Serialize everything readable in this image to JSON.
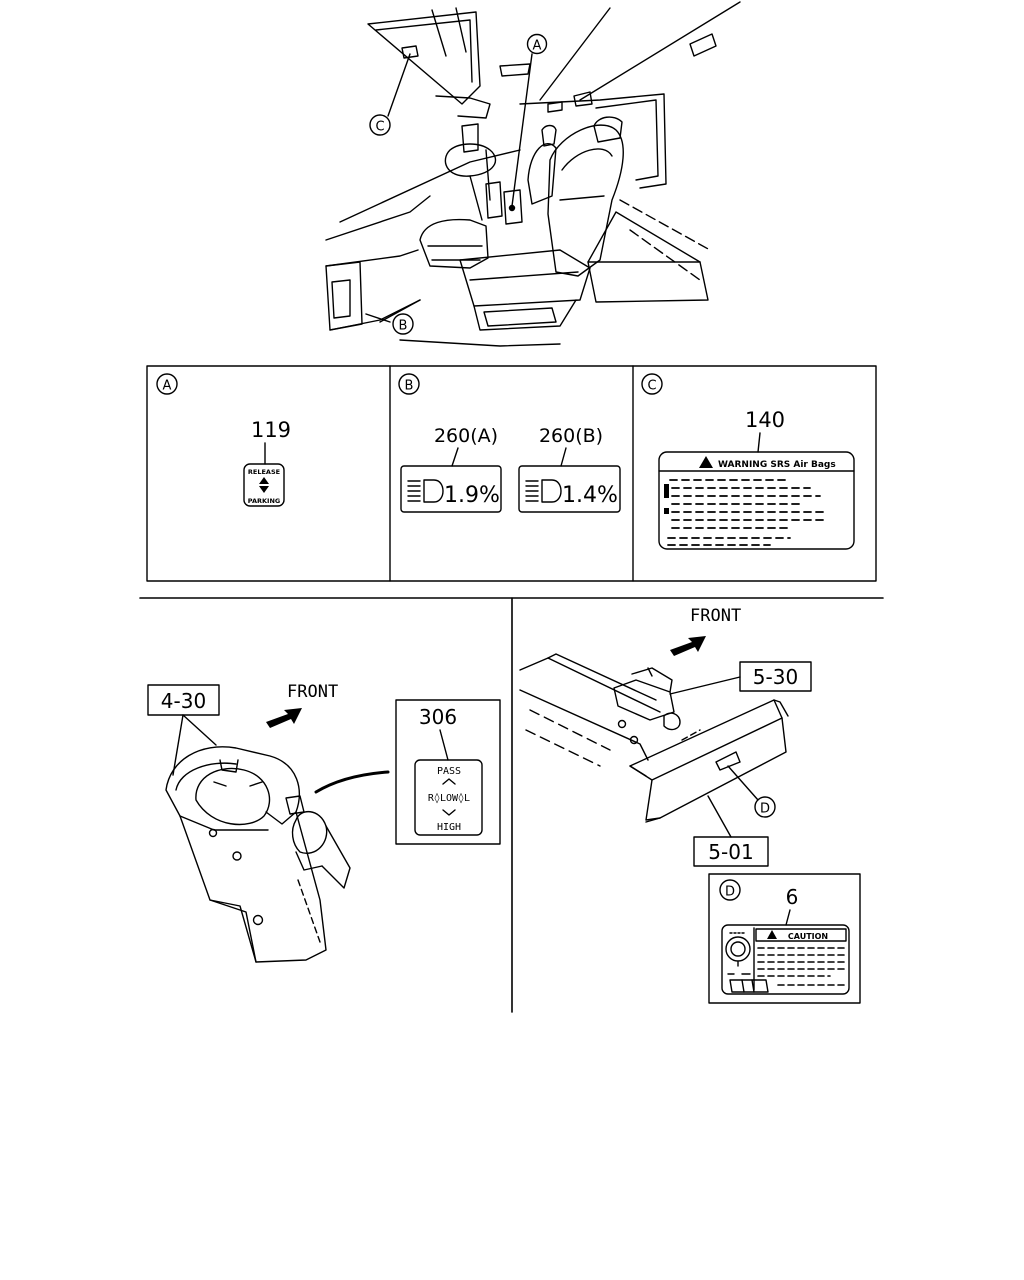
{
  "colors": {
    "ink": "#000000",
    "paper": "#ffffff"
  },
  "callouts": {
    "a": "A",
    "b": "B",
    "c": "C",
    "d": "D"
  },
  "panel_a": {
    "letter": "A",
    "part_no": "119",
    "label_top": "RELEASE",
    "label_bottom": "PARKING"
  },
  "panel_b": {
    "letter": "B",
    "left_part": "260(A)",
    "right_part": "260(B)",
    "left_value": "1.9%",
    "right_value": "1.4%"
  },
  "panel_c": {
    "letter": "C",
    "part_no": "140",
    "warning_text": "WARNING SRS Air Bags"
  },
  "lower_left": {
    "ref": "4-30",
    "front": "FRONT",
    "part_no": "306",
    "pass": "PASS",
    "low_row": "R◊LOW◊L",
    "high": "HIGH"
  },
  "lower_right": {
    "front": "FRONT",
    "ref_upper": "5-30",
    "ref_lower": "5-01",
    "callout": "D",
    "panel_letter": "D",
    "part_no": "6",
    "caution": "CAUTION"
  }
}
